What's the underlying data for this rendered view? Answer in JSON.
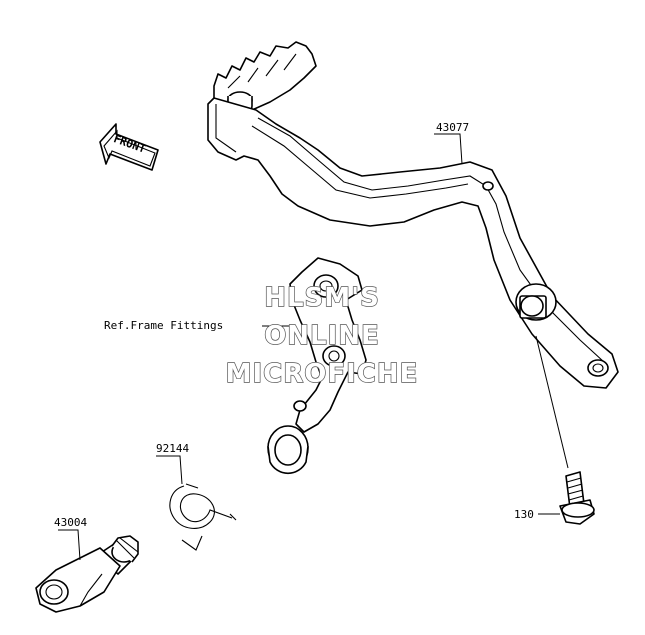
{
  "labels": {
    "part_43077": "43077",
    "part_92144": "92144",
    "part_43004": "43004",
    "part_130": "130",
    "ref_frame": "Ref.Frame Fittings"
  },
  "front_arrow": {
    "text": "FRONT"
  },
  "watermark": {
    "line1": "HLSM'S",
    "line2": "ONLINE",
    "line3": "MICROFICHE"
  }
}
